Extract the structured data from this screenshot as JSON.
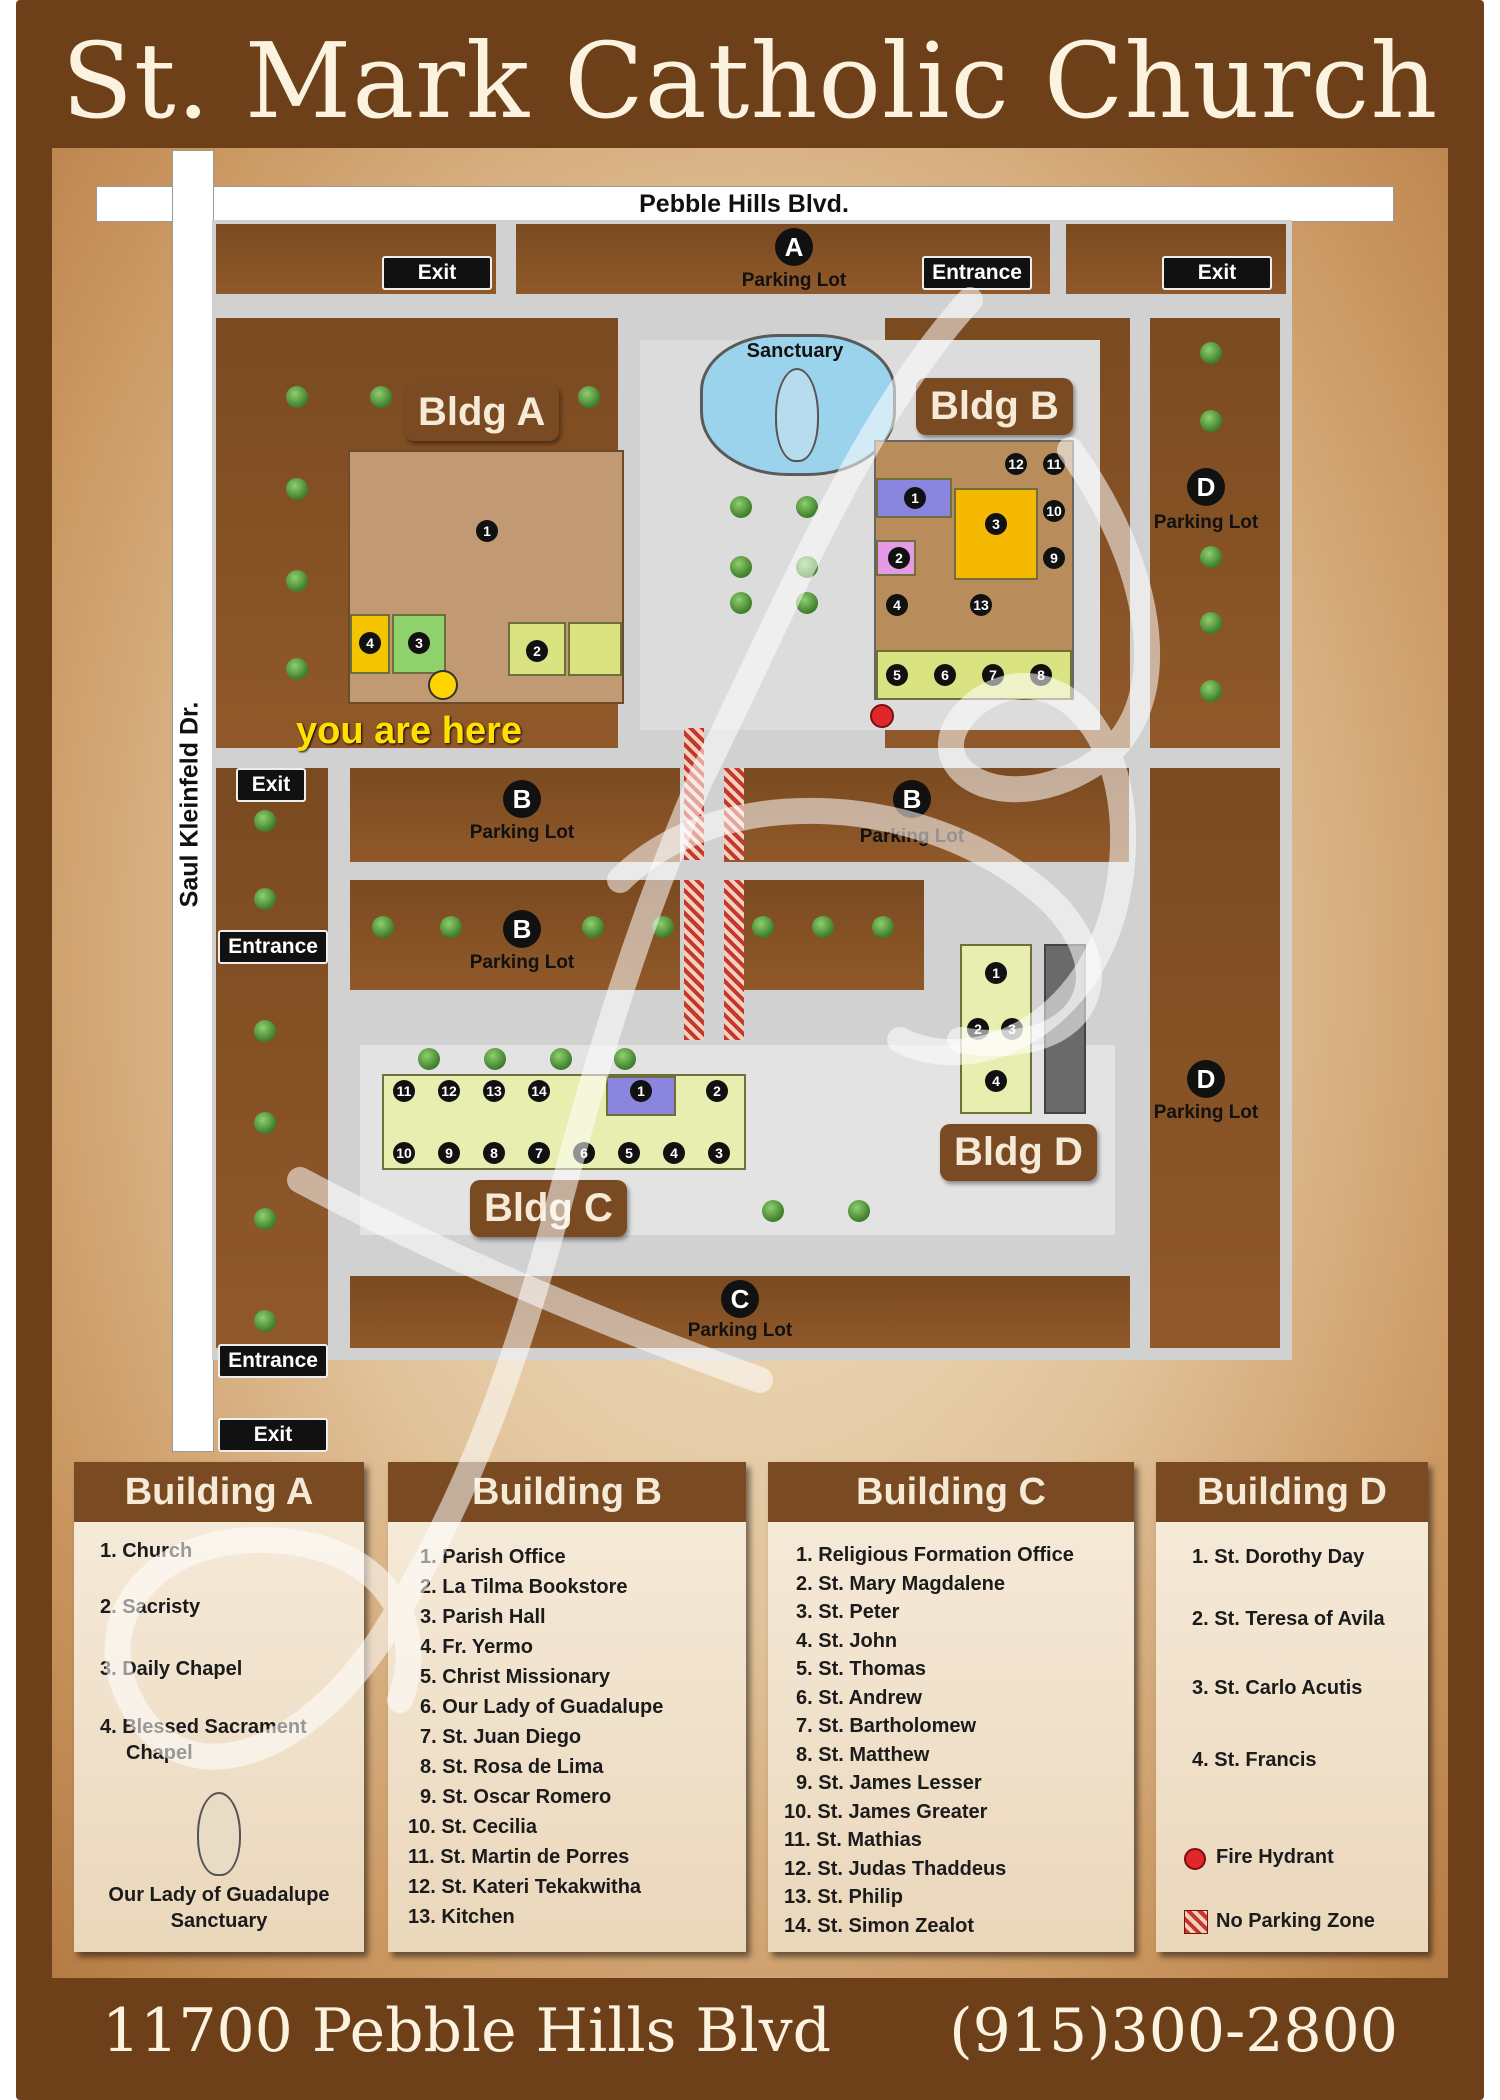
{
  "title": "St. Mark Catholic Church",
  "footer": {
    "address": "11700 Pebble Hills Blvd",
    "phone": "(915)300-2800"
  },
  "streets": {
    "top": "Pebble Hills Blvd.",
    "left": "Saul Kleinfeld Dr."
  },
  "gates": {
    "exit": "Exit",
    "entrance": "Entrance"
  },
  "lots": {
    "a": "A",
    "b": "B",
    "c": "C",
    "d": "D",
    "label": "Parking Lot"
  },
  "buildings": {
    "a": "Bldg A",
    "b": "Bldg B",
    "c": "Bldg C",
    "d": "Bldg D",
    "sanctuary": "Sanctuary"
  },
  "you_are_here": "you are here",
  "room_numbers": [
    "1",
    "2",
    "3",
    "4",
    "5",
    "6",
    "7",
    "8",
    "9",
    "10",
    "11",
    "12",
    "13",
    "14"
  ],
  "legend": {
    "a": {
      "title": "Building A",
      "items": [
        "1. Church",
        "2. Sacristy",
        "3. Daily Chapel",
        "4. Blessed Sacrament",
        "Chapel"
      ],
      "sanctuary": [
        "Our Lady of Guadalupe",
        "Sanctuary"
      ]
    },
    "b": {
      "title": "Building B",
      "items": [
        "1. Parish Office",
        "2. La Tilma Bookstore",
        "3. Parish Hall",
        "4. Fr. Yermo",
        "5. Christ Missionary",
        "6. Our Lady of Guadalupe",
        "7. St. Juan Diego",
        "8. St. Rosa de Lima",
        "9. St. Oscar Romero",
        "10. St. Cecilia",
        "11. St. Martin de Porres",
        "12. St. Kateri Tekakwitha",
        "13. Kitchen"
      ]
    },
    "c": {
      "title": "Building C",
      "items": [
        "1. Religious Formation Office",
        "2. St. Mary Magdalene",
        "3. St. Peter",
        "4. St. John",
        "5. St. Thomas",
        "6. St. Andrew",
        "7. St. Bartholomew",
        "8. St. Matthew",
        "9. St. James Lesser",
        "10. St. James Greater",
        "11. St. Mathias",
        "12. St. Judas Thaddeus",
        "13. St. Philip",
        "14. St. Simon Zealot"
      ]
    },
    "d": {
      "title": "Building D",
      "items": [
        "1. St. Dorothy Day",
        "2. St. Teresa of Avila",
        "3. St. Carlo Acutis",
        "4. St. Francis"
      ],
      "fire": "Fire Hydrant",
      "noparking": "No Parking Zone"
    }
  }
}
